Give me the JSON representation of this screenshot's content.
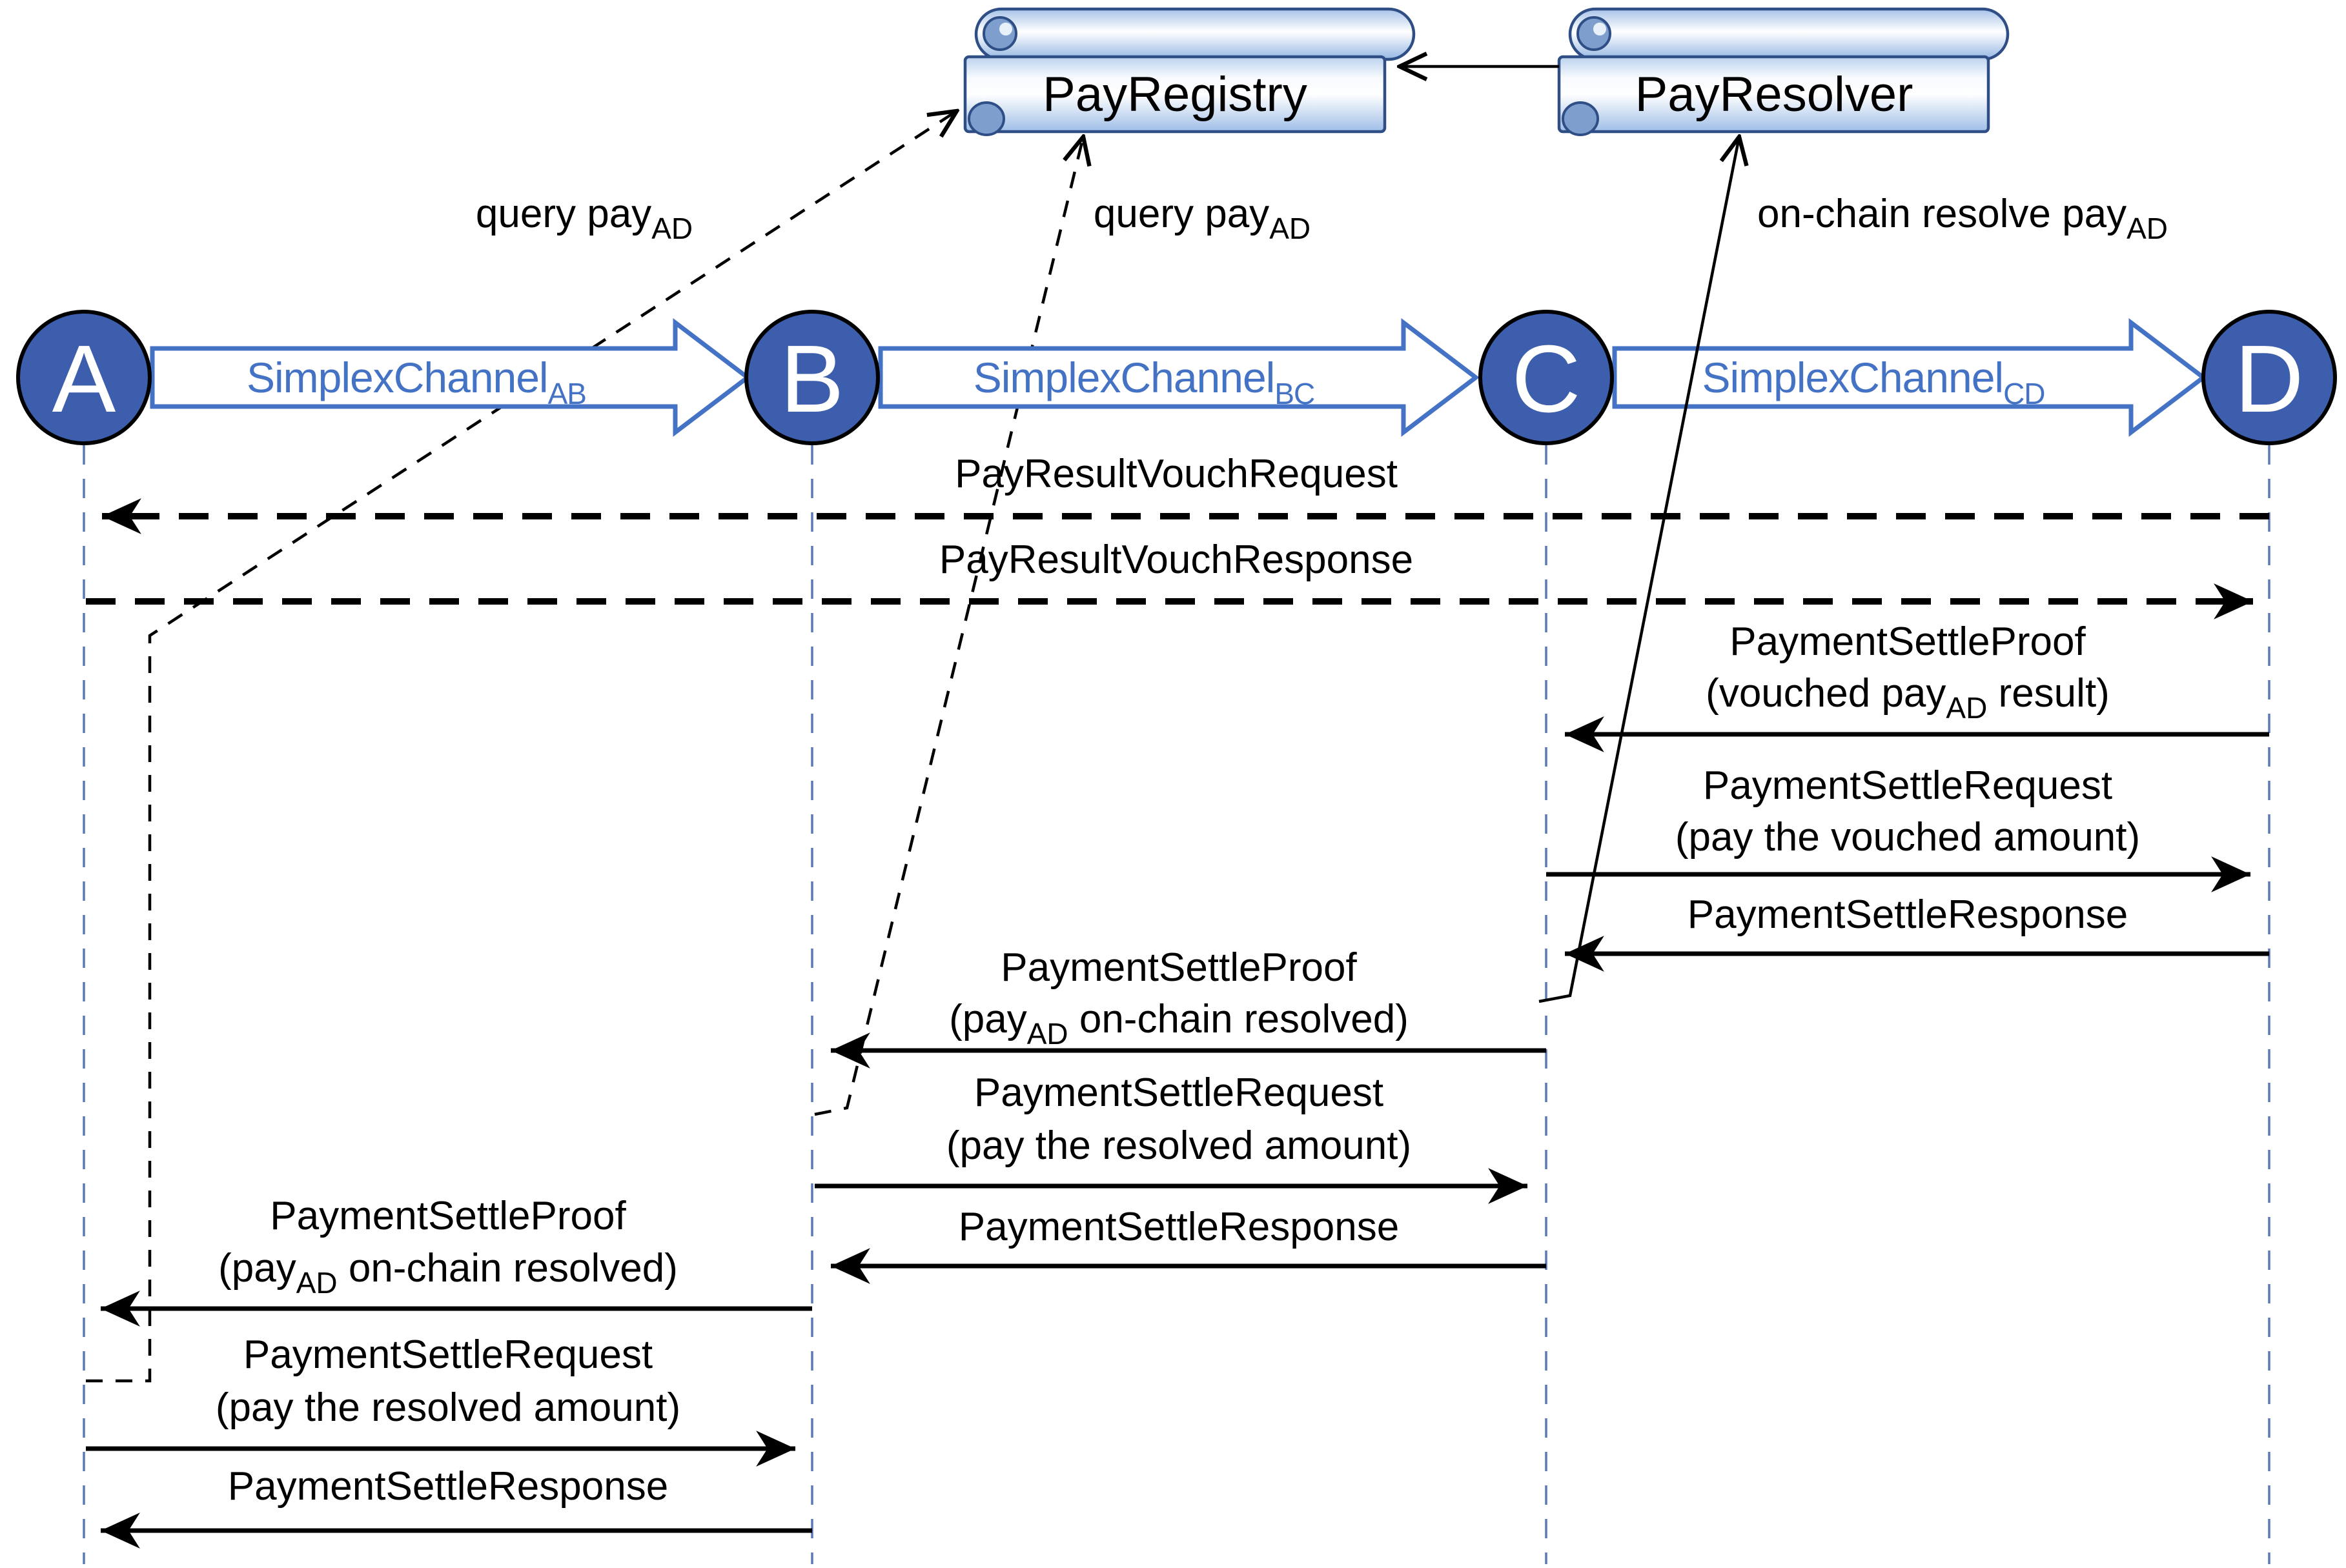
{
  "contracts": {
    "registry": {
      "title": "PayRegistry"
    },
    "resolver": {
      "title": "PayResolver"
    }
  },
  "nodes": [
    {
      "label": "A"
    },
    {
      "label": "B"
    },
    {
      "label": "C"
    },
    {
      "label": "D"
    }
  ],
  "channels": [
    {
      "name": "SimplexChannel",
      "sub": "AB"
    },
    {
      "name": "SimplexChannel",
      "sub": "BC"
    },
    {
      "name": "SimplexChannel",
      "sub": "CD"
    }
  ],
  "annotations": [
    {
      "pre": "query pay",
      "sub": "AD",
      "post": ""
    },
    {
      "pre": "query pay",
      "sub": "AD",
      "post": ""
    },
    {
      "pre": "on-chain resolve pay",
      "sub": "AD",
      "post": ""
    }
  ],
  "messages": [
    {
      "name": "PayResultVouchRequest",
      "from": "D",
      "to": "A",
      "style": "dashed"
    },
    {
      "name": "PayResultVouchResponse",
      "from": "A",
      "to": "D",
      "style": "dashed"
    },
    {
      "name": "PaymentSettleProof",
      "note_pre": "(vouched pay",
      "note_sub": "AD",
      "note_post": " result)",
      "from": "D",
      "to": "C",
      "style": "solid"
    },
    {
      "name": "PaymentSettleRequest",
      "note_pre": "(pay the vouched amount)",
      "note_sub": "",
      "note_post": "",
      "from": "C",
      "to": "D",
      "style": "solid"
    },
    {
      "name": "PaymentSettleResponse",
      "from": "D",
      "to": "C",
      "style": "solid"
    },
    {
      "name": "PaymentSettleProof",
      "note_pre": "(pay",
      "note_sub": "AD",
      "note_post": " on-chain resolved)",
      "from": "C",
      "to": "B",
      "style": "solid"
    },
    {
      "name": "PaymentSettleRequest",
      "note_pre": "(pay the resolved amount)",
      "note_sub": "",
      "note_post": "",
      "from": "B",
      "to": "C",
      "style": "solid"
    },
    {
      "name": "PaymentSettleResponse",
      "from": "C",
      "to": "B",
      "style": "solid"
    },
    {
      "name": "PaymentSettleProof",
      "note_pre": "(pay",
      "note_sub": "AD",
      "note_post": " on-chain resolved)",
      "from": "B",
      "to": "A",
      "style": "solid"
    },
    {
      "name": "PaymentSettleRequest",
      "note_pre": "(pay the resolved amount)",
      "note_sub": "",
      "note_post": "",
      "from": "A",
      "to": "B",
      "style": "solid"
    },
    {
      "name": "PaymentSettleResponse",
      "from": "B",
      "to": "A",
      "style": "solid"
    }
  ],
  "colors": {
    "node_fill": "#3d5eac",
    "channel_blue": "#4472c4",
    "lifeline_blue": "#5b79b7",
    "scroll_border": "#2e4e85",
    "scroll_fill_dark": "#8faedc",
    "message_black": "#000000"
  }
}
